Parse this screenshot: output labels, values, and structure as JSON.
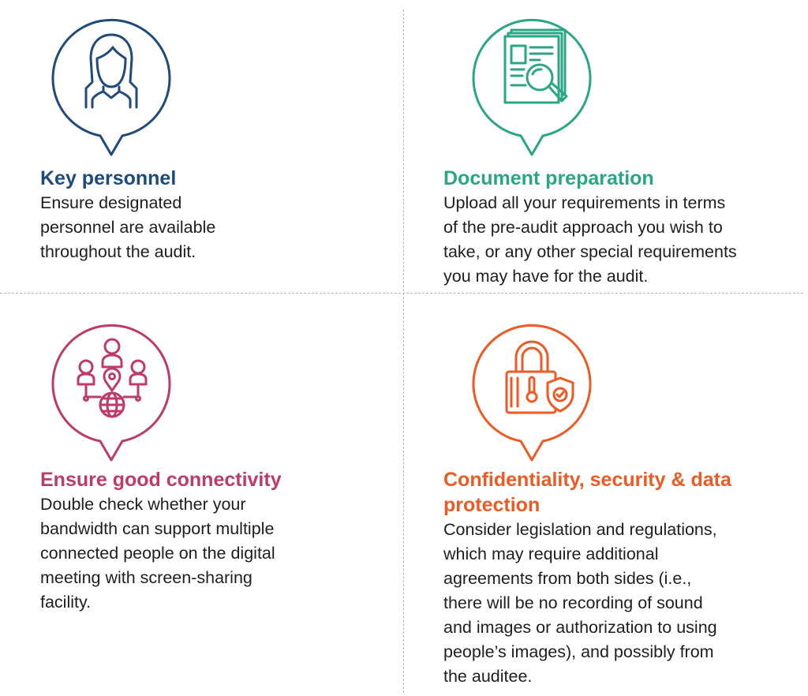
{
  "colors": {
    "blue": "#1e4a7c",
    "green": "#2aa684",
    "magenta": "#bd3a69",
    "orange": "#ee5a24",
    "divider": "#b5b5b5",
    "text": "#1e1e1e"
  },
  "cards": [
    {
      "icon": "person-icon",
      "color": "#1e4a7c",
      "title": "Key personnel",
      "lines": [
        "Ensure designated",
        "personnel are available",
        "throughout the audit."
      ]
    },
    {
      "icon": "document-search-icon",
      "color": "#2aa684",
      "title": "Document preparation",
      "lines": [
        "Upload all your requirements in terms",
        "of the pre-audit approach you wish to",
        "take, or any other special requirements",
        "you may have for the audit."
      ]
    },
    {
      "icon": "people-network-icon",
      "color": "#bd3a69",
      "title": "Ensure good connectivity",
      "lines": [
        "Double check whether your",
        "bandwidth can support multiple",
        "connected people on the digital",
        "meeting with screen-sharing",
        "facility."
      ]
    },
    {
      "icon": "lock-shield-icon",
      "color": "#ee5a24",
      "title_lines": [
        "Confidentiality, security & data",
        "protection"
      ],
      "lines": [
        "Consider legislation and regulations,",
        "which may require additional",
        "agreements from both sides (i.e.,",
        "there will be no recording of sound",
        "and images or authorization to using",
        "people’s images), and possibly from",
        "the auditee."
      ]
    }
  ]
}
